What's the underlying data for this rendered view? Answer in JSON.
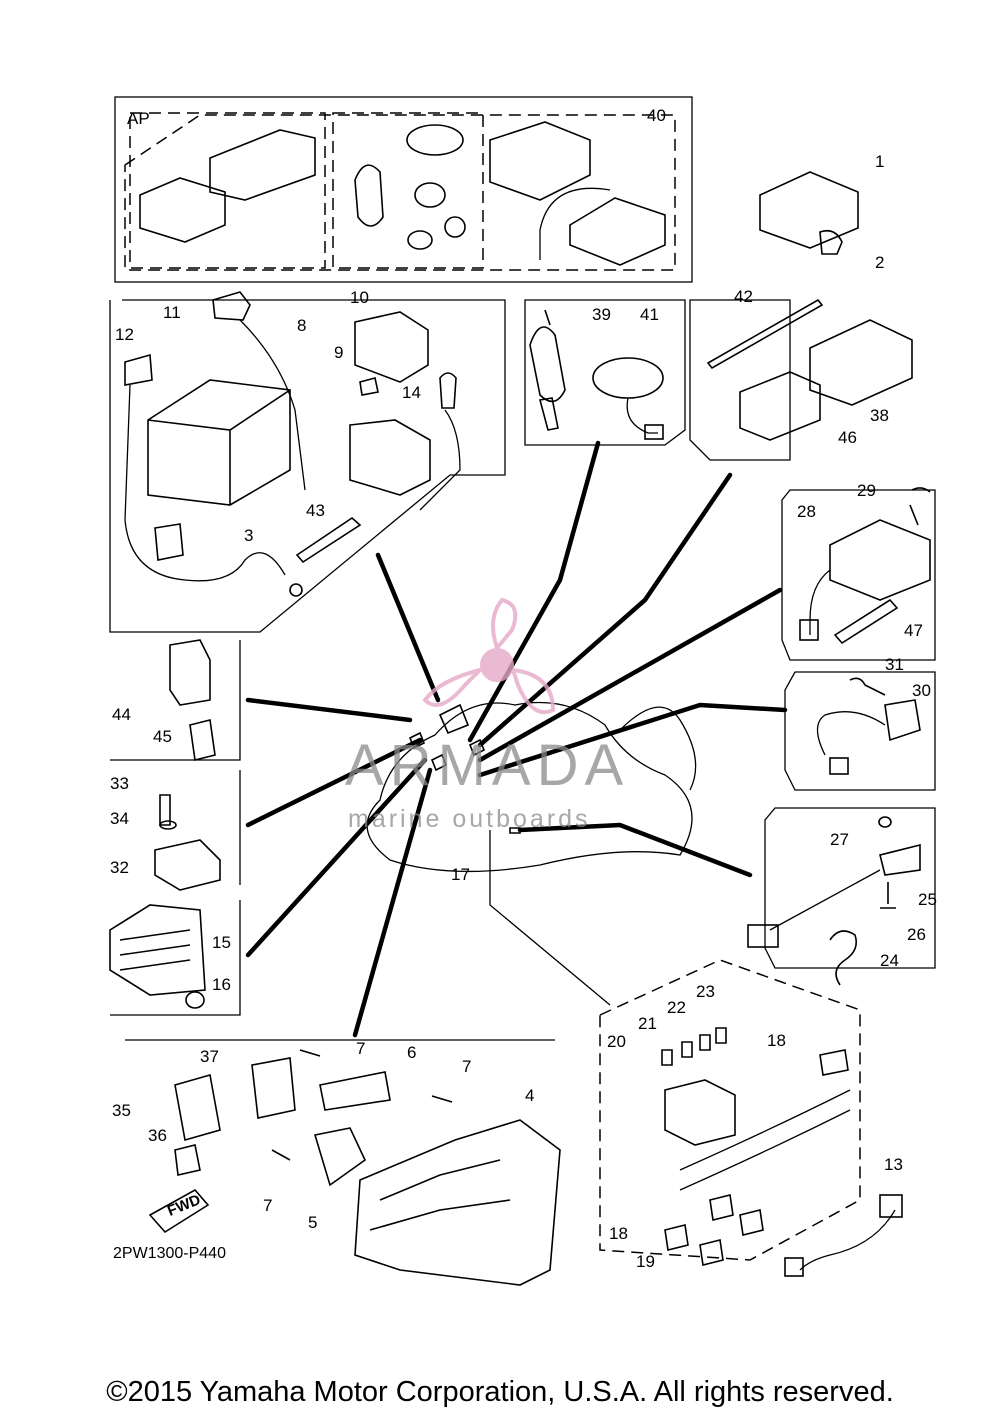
{
  "diagram": {
    "code": "2PW1300-P440",
    "fwd_label": "FWD",
    "ap_label": "AP",
    "copyright": "©2015 Yamaha Motor Corporation, U.S.A. All rights reserved."
  },
  "watermark": {
    "brand": "ARMADA",
    "subtitle": "marine outboards",
    "colors": {
      "logo": "#e6a8c8",
      "text": "#8a8a8a"
    }
  },
  "part_numbers": [
    "1",
    "2",
    "3",
    "4",
    "5",
    "6",
    "7",
    "8",
    "9",
    "10",
    "11",
    "12",
    "13",
    "14",
    "15",
    "16",
    "17",
    "18",
    "19",
    "20",
    "21",
    "22",
    "23",
    "24",
    "25",
    "26",
    "27",
    "28",
    "29",
    "30",
    "31",
    "32",
    "33",
    "34",
    "35",
    "36",
    "37",
    "38",
    "39",
    "40",
    "41",
    "42",
    "43",
    "44",
    "45",
    "46",
    "47"
  ]
}
